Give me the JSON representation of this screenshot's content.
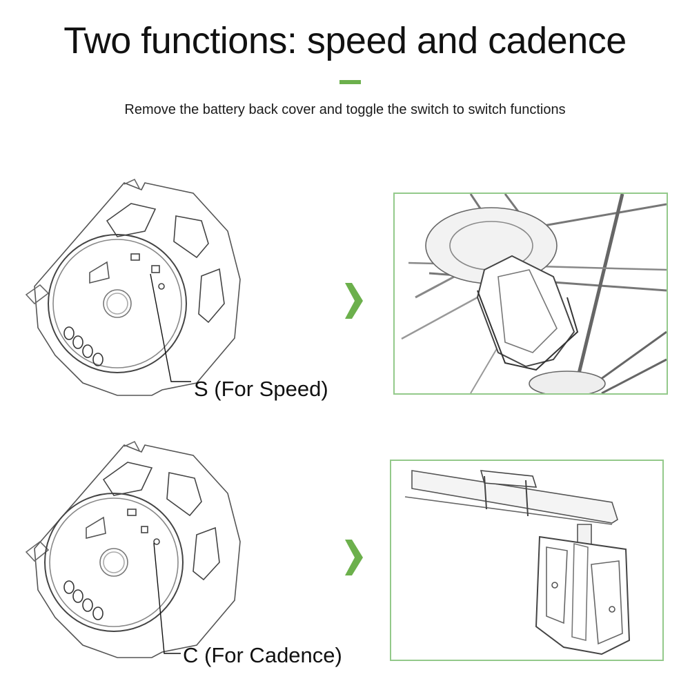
{
  "header": {
    "title": "Two functions: speed and cadence",
    "subtitle": "Remove the battery back cover and toggle the switch to switch functions"
  },
  "colors": {
    "accent": "#6cb04c",
    "frame_border": "#93c98a",
    "text": "#111111"
  },
  "rows": [
    {
      "mode_label": "S (For Speed)",
      "sensor_icon": "sensor-speed-switch-icon",
      "arrow_icon": "chevron-right-icon",
      "illustration": "wheel-hub-mount-illustration"
    },
    {
      "mode_label": "C (For Cadence)",
      "sensor_icon": "sensor-cadence-switch-icon",
      "arrow_icon": "chevron-right-icon",
      "illustration": "crank-arm-mount-illustration"
    }
  ]
}
